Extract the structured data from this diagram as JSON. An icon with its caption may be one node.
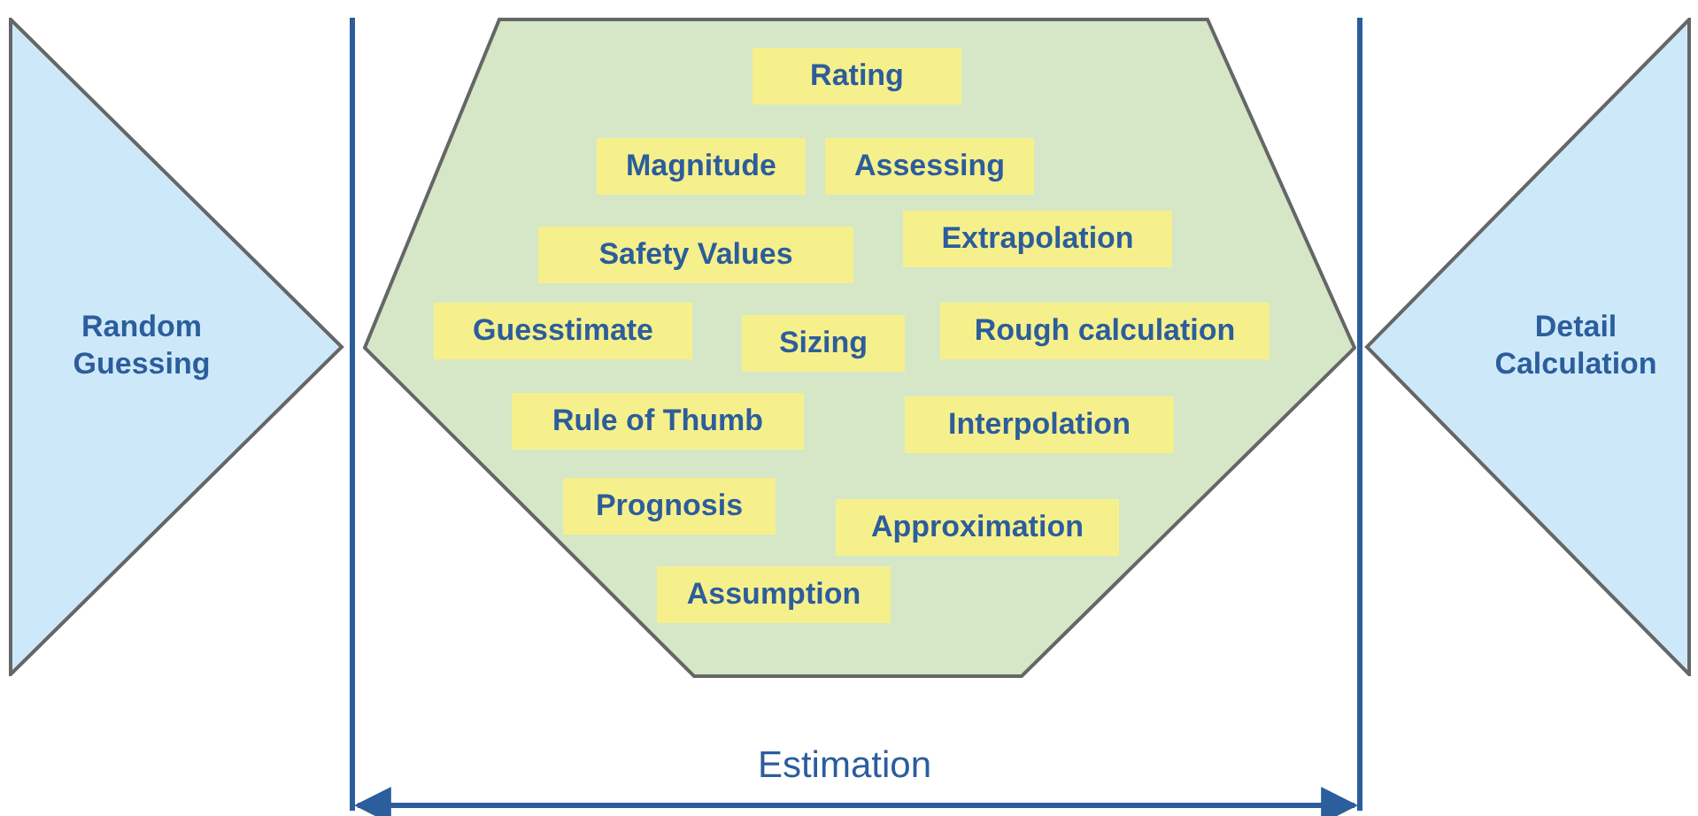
{
  "diagram": {
    "nodes": [
      {
        "text": [
          "Random Guessing"
        ]
      },
      {
        "text": [],
        "shape": "hexagon"
      },
      {
        "text": [
          "Rating"
        ],
        "in": 1
      },
      {
        "text": [
          "Magnitude"
        ],
        "in": 1
      },
      {
        "text": [
          "Assessing"
        ],
        "in": 1
      },
      {
        "text": [
          "Safety Values"
        ],
        "in": 1
      },
      {
        "text": [
          "Extrapolation"
        ],
        "in": 1
      },
      {
        "text": [
          "Guesstimate"
        ],
        "in": 1
      },
      {
        "text": [
          "Sizing"
        ],
        "in": 1
      },
      {
        "text": [
          "Rough calculation"
        ],
        "in": 1
      },
      {
        "text": [
          "Rule of Thumb"
        ],
        "in": 1
      },
      {
        "text": [
          "Interpolation"
        ],
        "in": 1
      },
      {
        "text": [
          "Prognosis"
        ],
        "in": 1
      },
      {
        "text": [
          "Approximation"
        ],
        "in": 1
      },
      {
        "text": [
          "Assumption"
        ],
        "in": 1
      },
      {
        "text": [
          "Detail Calculation"
        ]
      }
    ],
    "labels": [
      "Estimation"
    ]
  }
}
